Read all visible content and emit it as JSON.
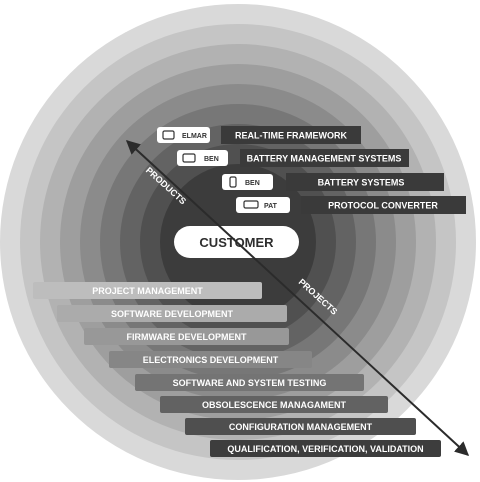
{
  "diagram": {
    "center_label": "CUSTOMER",
    "axis_products_label": "PRODUCTS",
    "axis_projects_label": "PROJECTS",
    "products": [
      {
        "badge": "ELMAR",
        "icon": "monitor-icon",
        "label": "REAL-TIME FRAMEWORK"
      },
      {
        "badge": "BEN",
        "icon": "server-icon",
        "label": "BATTERY MANAGEMENT SYSTEMS"
      },
      {
        "badge": "BEN",
        "icon": "battery-icon",
        "label": "BATTERY SYSTEMS"
      },
      {
        "badge": "PAT",
        "icon": "plug-icon",
        "label": "PROTOCOL CONVERTER"
      }
    ],
    "services": [
      "PROJECT MANAGEMENT",
      "SOFTWARE DEVELOPMENT",
      "FIRMWARE DEVELOPMENT",
      "ELECTRONICS DEVELOPMENT",
      "SOFTWARE AND SYSTEM TESTING",
      "OBSOLESCENCE MANAGAMENT",
      "CONFIGURATION MANAGEMENT",
      "QUALIFICATION, VERIFICATION, VALIDATION"
    ],
    "colors": {
      "ring_outer": "#d9d9d9",
      "ring_inner": "#3c3c3c",
      "product_bar": "#3a3a3a",
      "service_light": "#bdbdbd",
      "service_dark": "#3d3d3d",
      "arrow": "#2b2b2b"
    }
  }
}
